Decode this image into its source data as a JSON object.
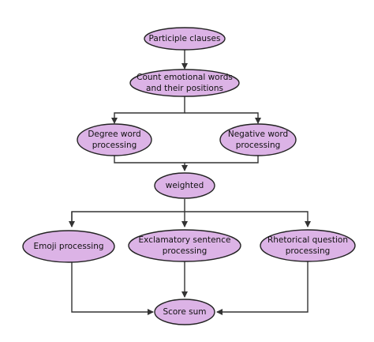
{
  "diagram": {
    "type": "flowchart",
    "node_color": "#dcb3e6",
    "nodes": {
      "participle": {
        "lines": [
          "Participle clauses"
        ]
      },
      "count": {
        "lines": [
          "Count emotional words",
          "and their positions"
        ]
      },
      "degree": {
        "lines": [
          "Degree word",
          "processing"
        ]
      },
      "negative": {
        "lines": [
          "Negative word",
          "processing"
        ]
      },
      "weighted": {
        "lines": [
          "weighted"
        ]
      },
      "emoji": {
        "lines": [
          "Emoji processing"
        ]
      },
      "exclamatory": {
        "lines": [
          "Exclamatory sentence",
          "processing"
        ]
      },
      "rhetorical": {
        "lines": [
          "Rhetorical question",
          "processing"
        ]
      },
      "score": {
        "lines": [
          "Score sum"
        ]
      }
    },
    "edges": [
      [
        "participle",
        "count"
      ],
      [
        "count",
        "degree"
      ],
      [
        "count",
        "negative"
      ],
      [
        "degree",
        "weighted"
      ],
      [
        "negative",
        "weighted"
      ],
      [
        "weighted",
        "emoji"
      ],
      [
        "weighted",
        "exclamatory"
      ],
      [
        "weighted",
        "rhetorical"
      ],
      [
        "emoji",
        "score"
      ],
      [
        "exclamatory",
        "score"
      ],
      [
        "rhetorical",
        "score"
      ]
    ]
  }
}
